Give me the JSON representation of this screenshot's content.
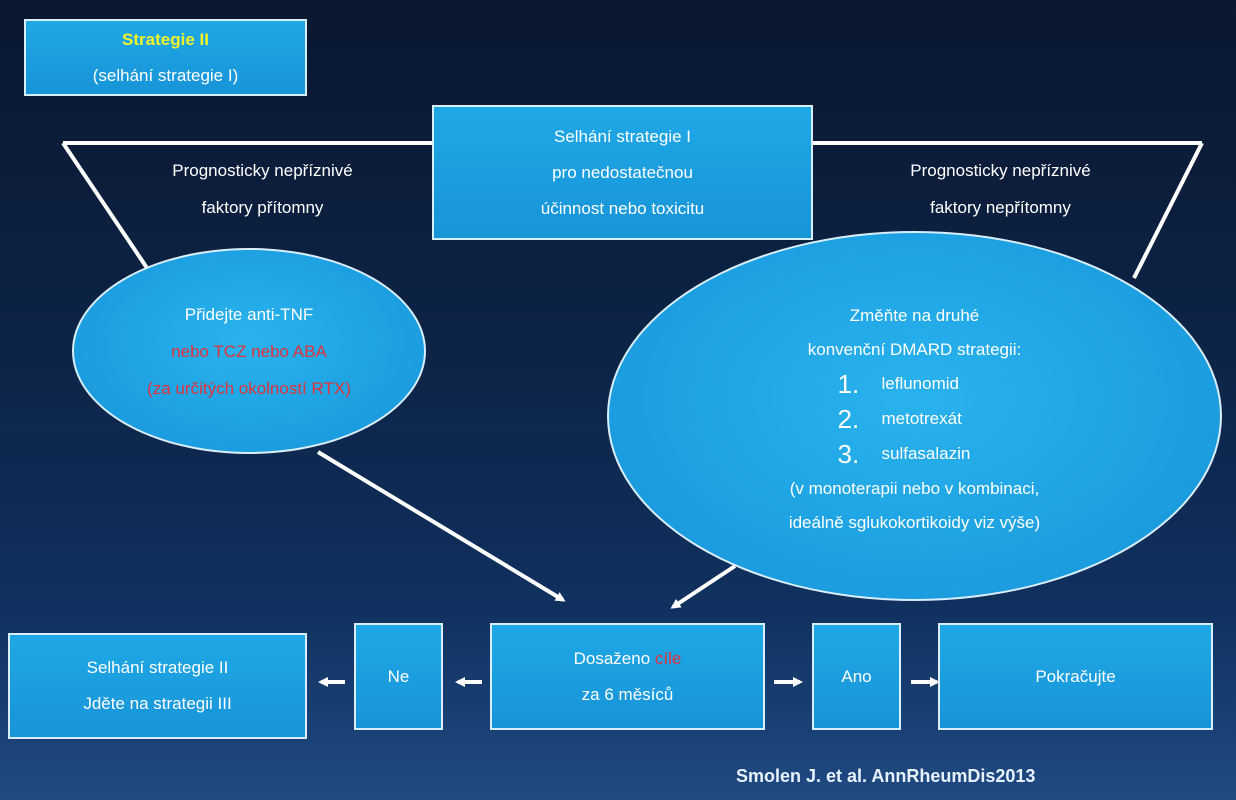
{
  "strategy_box": {
    "title": "Strategie II",
    "subtitle": "(selhání strategie I)"
  },
  "failure_box": {
    "line1": "Selhání strategie I",
    "line2": "pro nedostatečnou",
    "line3": "účinnost nebo toxicitu"
  },
  "left_branch": {
    "line1": "Prognosticky nepříznivé",
    "line2": "faktory přítomny"
  },
  "right_branch": {
    "line1": "Prognosticky nepříznivé",
    "line2": "faktory nepřítomny"
  },
  "left_ellipse": {
    "line1": "Přidejte anti-TNF",
    "line2": "nebo TCZ nebo ABA",
    "line3": "(za určitých okolností RTX)"
  },
  "right_ellipse": {
    "line1": "Změňte na druhé",
    "line2": "konvenční DMARD strategii:",
    "items": [
      {
        "num": "1.",
        "text": "leflunomid"
      },
      {
        "num": "2.",
        "text": "metotrexát"
      },
      {
        "num": "3.",
        "text": "sulfasalazin"
      }
    ],
    "note1": "(v monoterapii nebo v kombinaci,",
    "note2": "ideálně sglukokortikoidy viz výše)"
  },
  "target_box": {
    "prefix": "Dosaženo ",
    "highlight": "cíle",
    "line2": "za 6 měsíců"
  },
  "no_box": {
    "label": "Ne"
  },
  "yes_box": {
    "label": "Ano"
  },
  "fail2_box": {
    "line1": "Selhání strategie II",
    "line2": "Jděte na strategii III"
  },
  "continue_box": {
    "label": "Pokračujte"
  },
  "citation": "Smolen J. et al. AnnRheumDis2013",
  "colors": {
    "box_fill": "#1fa8e6",
    "border": "#d9eefb",
    "highlight_yellow": "#f3f32a",
    "highlight_red": "#e0333a"
  }
}
